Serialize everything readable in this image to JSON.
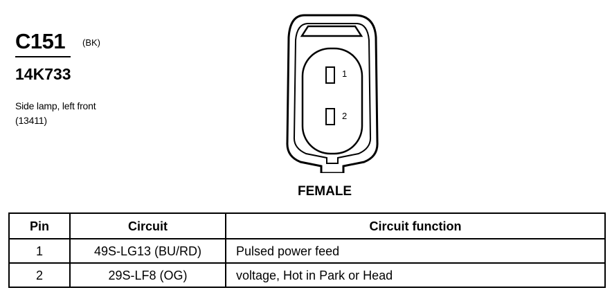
{
  "connector": {
    "id": "C151",
    "color_code": "(BK)",
    "part_number": "14K733",
    "description": "Side lamp, left front",
    "component_code": "(13411)"
  },
  "diagram": {
    "pins": [
      {
        "number": "1"
      },
      {
        "number": "2"
      }
    ],
    "gender": "FEMALE"
  },
  "table": {
    "headers": {
      "pin": "Pin",
      "circuit": "Circuit",
      "function": "Circuit function"
    },
    "rows": [
      {
        "pin": "1",
        "circuit": "49S-LG13 (BU/RD)",
        "function": "Pulsed power feed"
      },
      {
        "pin": "2",
        "circuit": "29S-LF8 (OG)",
        "function": "voltage, Hot in Park or Head"
      }
    ]
  }
}
